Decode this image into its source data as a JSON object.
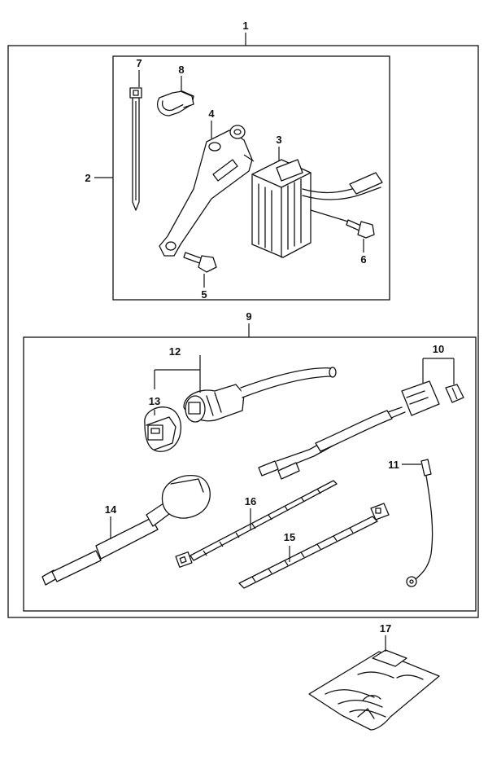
{
  "diagram": {
    "callouts": [
      {
        "id": "1",
        "label": "1"
      },
      {
        "id": "2",
        "label": "2"
      },
      {
        "id": "3",
        "label": "3"
      },
      {
        "id": "4",
        "label": "4"
      },
      {
        "id": "5",
        "label": "5"
      },
      {
        "id": "6",
        "label": "6"
      },
      {
        "id": "7",
        "label": "7"
      },
      {
        "id": "8",
        "label": "8"
      },
      {
        "id": "9",
        "label": "9"
      },
      {
        "id": "10",
        "label": "10"
      },
      {
        "id": "11",
        "label": "11"
      },
      {
        "id": "12",
        "label": "12"
      },
      {
        "id": "13",
        "label": "13"
      },
      {
        "id": "14",
        "label": "14"
      },
      {
        "id": "15",
        "label": "15"
      },
      {
        "id": "16",
        "label": "16"
      },
      {
        "id": "17",
        "label": "17"
      }
    ],
    "parts": [
      {
        "ref": "3",
        "icon": "rectifier-icon"
      },
      {
        "ref": "4",
        "icon": "bracket-icon"
      },
      {
        "ref": "5",
        "icon": "bolt-icon"
      },
      {
        "ref": "6",
        "icon": "bolt-icon"
      },
      {
        "ref": "7",
        "icon": "cable-tie-icon"
      },
      {
        "ref": "8",
        "icon": "clamp-icon"
      },
      {
        "ref": "10",
        "icon": "connector-fuse-icon"
      },
      {
        "ref": "11",
        "icon": "ground-wire-icon"
      },
      {
        "ref": "12",
        "icon": "coupler-icon"
      },
      {
        "ref": "13",
        "icon": "coupler-cap-icon"
      },
      {
        "ref": "14",
        "icon": "lead-wire-icon"
      },
      {
        "ref": "15",
        "icon": "cable-tie-icon"
      },
      {
        "ref": "16",
        "icon": "cable-tie-icon"
      },
      {
        "ref": "17",
        "icon": "parts-bag-icon"
      }
    ],
    "line_color": "#111111",
    "background": "#ffffff"
  }
}
